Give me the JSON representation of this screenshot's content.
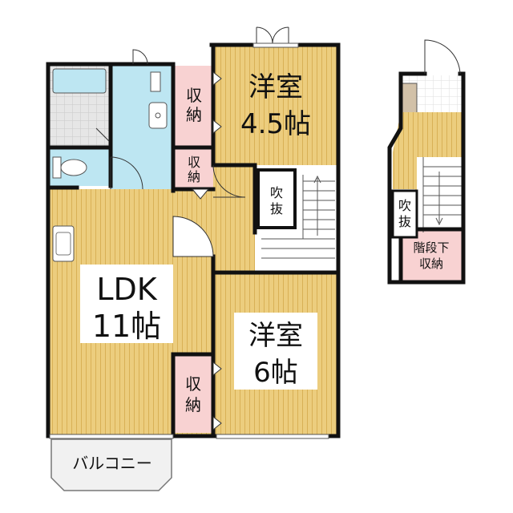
{
  "rooms": {
    "western_room_north": {
      "name": "洋室",
      "size": "4.5帖"
    },
    "ldk": {
      "name": "LDK",
      "size": "11帖"
    },
    "western_room_south": {
      "name": "洋室",
      "size": "6帖"
    }
  },
  "storage": {
    "label_line1": "収",
    "label_line2": "納"
  },
  "void": {
    "label_line1": "吹",
    "label_line2": "抜"
  },
  "under_stairs_storage": {
    "label_line1": "階段下",
    "label_line2": "収納"
  },
  "balcony": {
    "label": "バルコニー"
  },
  "colors": {
    "wall": "#111111",
    "wood_floor": "#eccd7e",
    "wood_grain": "#d6ad52",
    "wet_area": "#bde6f2",
    "storage": "#f8d2d2",
    "tile": "#dcdcdc",
    "void_fill": "#ffffff"
  }
}
